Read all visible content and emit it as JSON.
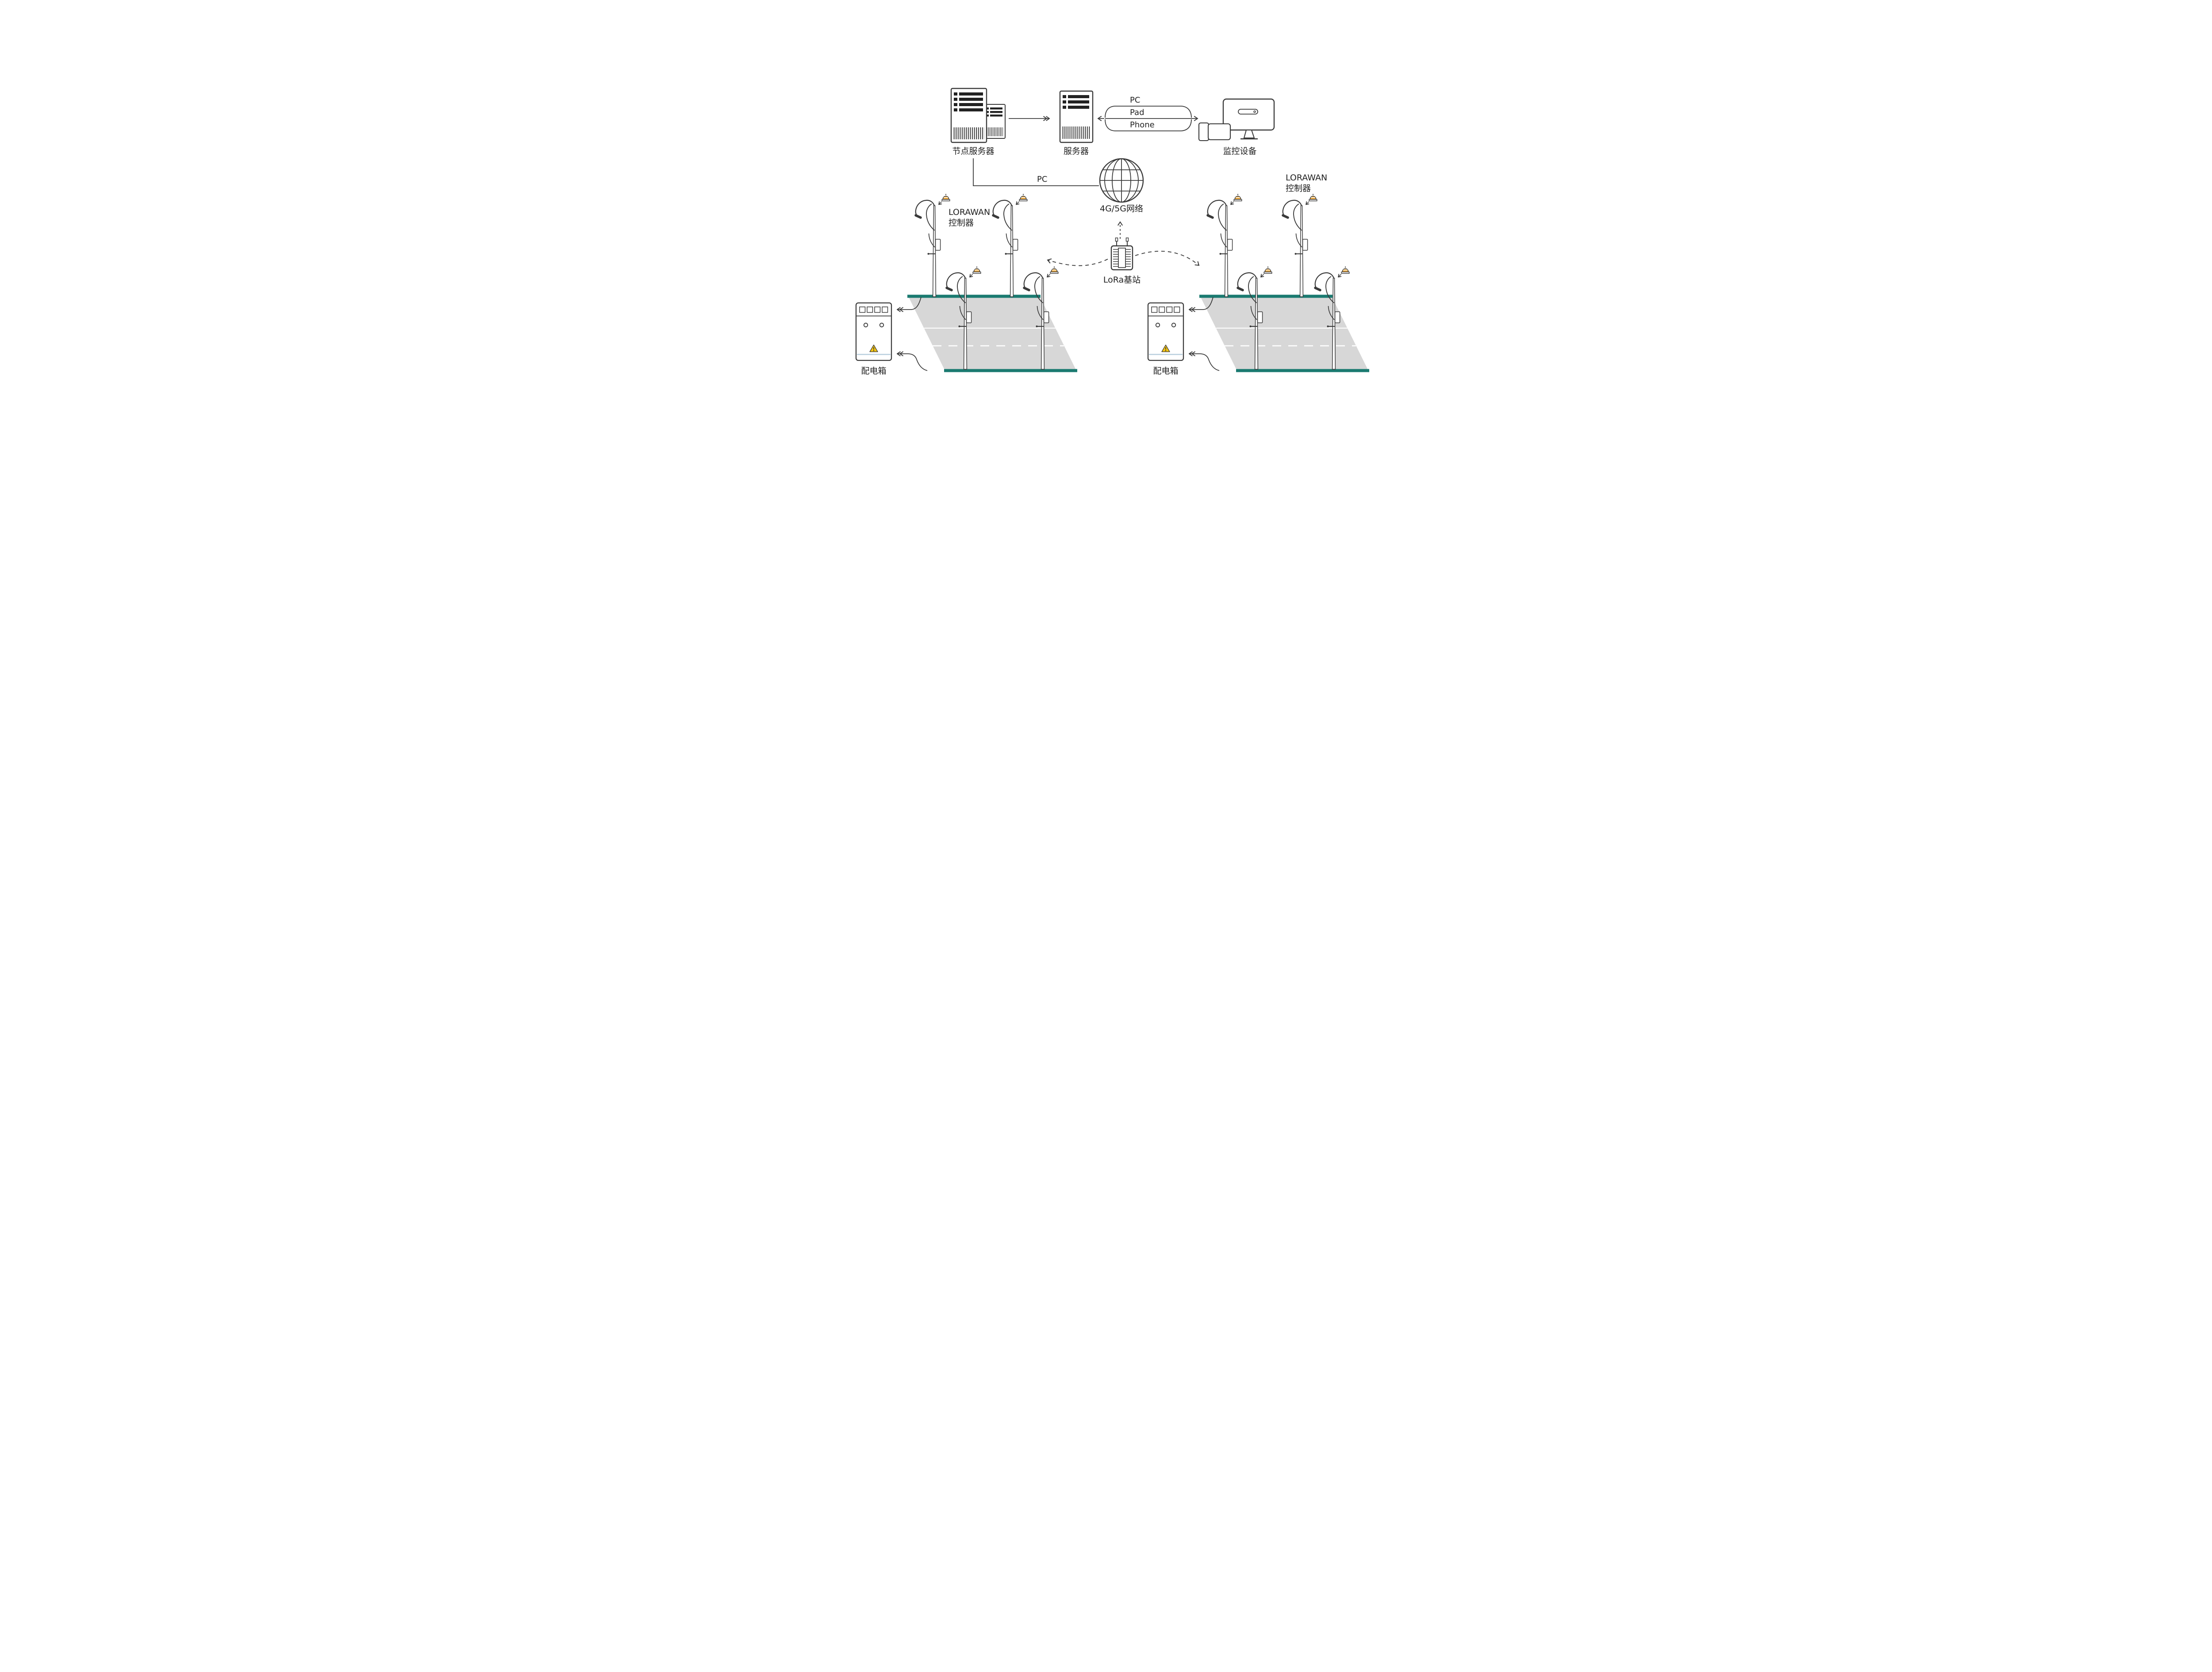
{
  "colors": {
    "line": "#3a3a3a",
    "road_fill": "#d7d7d7",
    "road_edge_teal": "#1a7a70",
    "beacon_amber": "#efa93c",
    "warning_yellow": "#f5c40f"
  },
  "top": {
    "node_server_label": "节点服务器",
    "server_label": "服务器",
    "monitor_label": "监控设备",
    "client_lines": [
      "PC",
      "Pad",
      "Phone"
    ]
  },
  "network": {
    "pc_link_label": "PC",
    "cloud_label": "4G/5G网络",
    "lora_label": "LoRa基站"
  },
  "field": {
    "lorawan_controller_line1": "LORAWAN",
    "lorawan_controller_line2": "控制器",
    "distribution_box_label": "配电箱"
  }
}
